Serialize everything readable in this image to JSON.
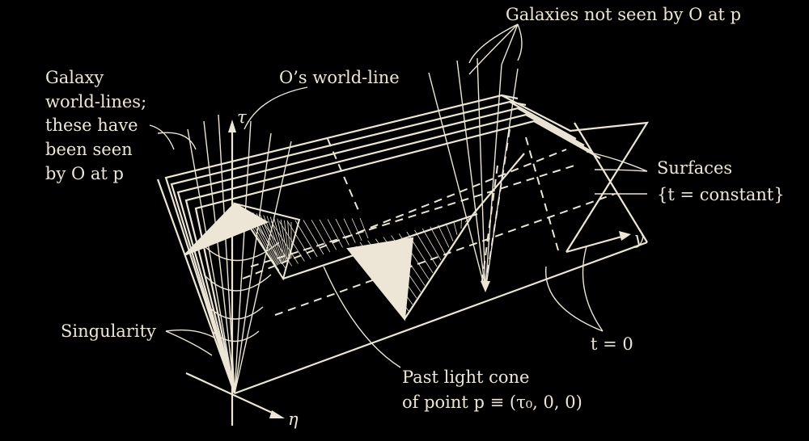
{
  "labels": {
    "galaxy_lines": [
      "Galaxy",
      "world-lines;",
      "these have",
      "been seen",
      "by O at p"
    ],
    "observer_line": "O’s world-line",
    "not_seen": "Galaxies not seen by O at p",
    "surfaces": [
      "Surfaces",
      "{t = constant}"
    ],
    "singularity": "Singularity",
    "t_zero": "t = 0",
    "past_cone": [
      "Past light cone",
      "of point p ≡ (τ₀, 0, 0)"
    ]
  },
  "axes": {
    "tau": "τ",
    "y": "y",
    "eta": "η"
  },
  "colors": {
    "background": "#000000",
    "ink": "#ede6d6"
  }
}
